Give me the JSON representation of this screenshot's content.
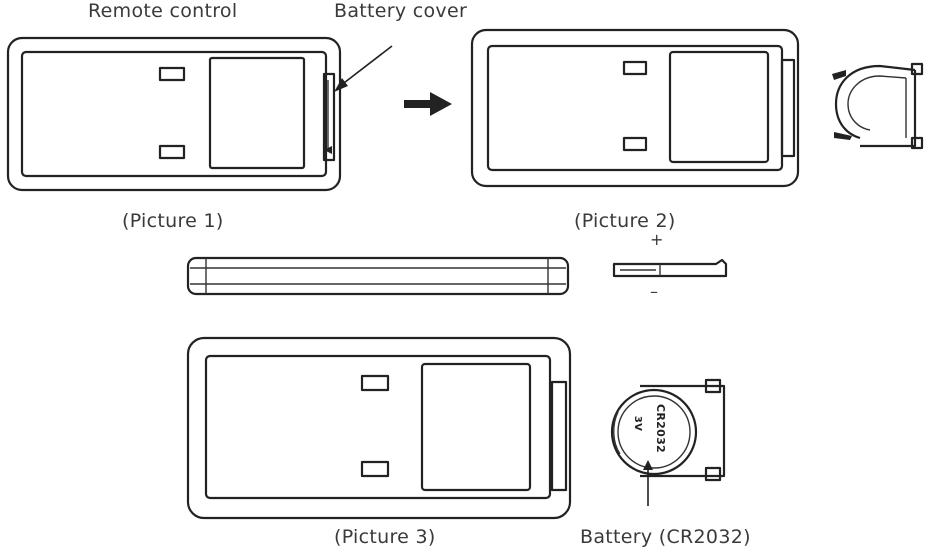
{
  "labels": {
    "remote_control": "Remote control",
    "battery_cover": "Battery cover",
    "picture1": "(Picture 1)",
    "picture2": "(Picture 2)",
    "picture3": "(Picture 3)",
    "battery": "Battery (CR2032)",
    "plus": "+",
    "minus": "–",
    "coin_text": "CR2032",
    "coin_polarity": "3V"
  },
  "colors": {
    "line": "#222222",
    "text": "#3a3a3a"
  }
}
